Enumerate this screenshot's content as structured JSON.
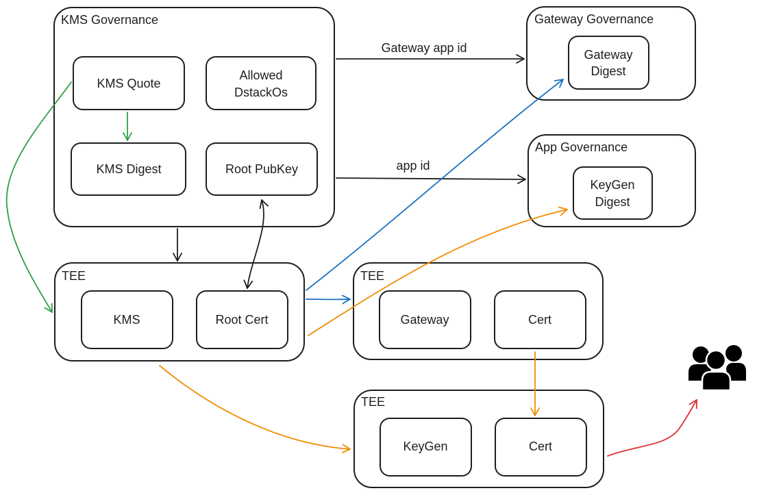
{
  "colors": {
    "stroke": "#1e1e1e",
    "green": "#2f9e44",
    "blue": "#1971c2",
    "orange": "#f08c00",
    "red": "#e03131"
  },
  "groups": {
    "kms_governance": "KMS Governance",
    "gateway_governance": "Gateway Governance",
    "app_governance": "App Governance",
    "tee_kms": "TEE",
    "tee_gateway": "TEE",
    "tee_keygen": "TEE"
  },
  "nodes": {
    "kms_quote": [
      "KMS Quote"
    ],
    "allowed_dstackos": [
      "Allowed",
      "DstackOs"
    ],
    "kms_digest": [
      "KMS Digest"
    ],
    "root_pubkey": [
      "Root PubKey"
    ],
    "gateway_digest": [
      "Gateway",
      "Digest"
    ],
    "keygen_digest": [
      "KeyGen",
      "Digest"
    ],
    "kms": [
      "KMS"
    ],
    "root_cert": [
      "Root Cert"
    ],
    "gateway": [
      "Gateway"
    ],
    "gateway_cert": [
      "Cert"
    ],
    "keygen": [
      "KeyGen"
    ],
    "keygen_cert": [
      "Cert"
    ]
  },
  "edges": {
    "gateway_app_id": "Gateway app id",
    "app_id": "app id"
  },
  "icons": {
    "users": "users-icon"
  }
}
